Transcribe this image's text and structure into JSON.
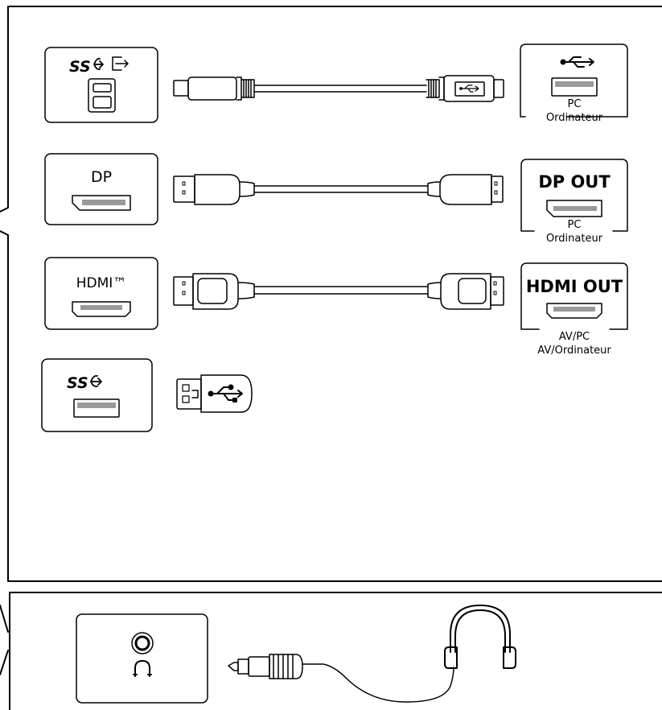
{
  "rows": {
    "usb_b": {
      "port_logo": "SS",
      "device_label": "PC",
      "device_label_fr": "Ordinateur"
    },
    "dp": {
      "port_label": "DP",
      "device_title": "DP OUT",
      "device_label": "PC",
      "device_label_fr": "Ordinateur"
    },
    "hdmi": {
      "port_label": "HDMI™",
      "device_title": "HDMI OUT",
      "device_label": "AV/PC",
      "device_label_fr": "AV/Ordinateur"
    },
    "usb_a": {
      "port_logo": "SS"
    }
  },
  "icons": [
    "superspeed-usb-icon",
    "usb-trident-icon",
    "upstream-arrow-icon",
    "headphone-icon",
    "headphones-icon"
  ],
  "colors": {
    "line": "#000000",
    "port_fill": "#9a9a9a",
    "background": "#ffffff"
  }
}
